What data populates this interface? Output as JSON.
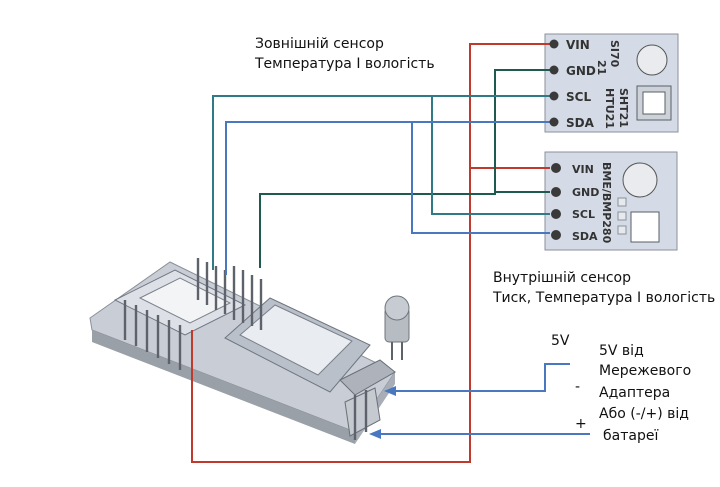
{
  "outer_sensor": {
    "title_line1": "Зовнішній сенсор",
    "title_line2": "Температура І вологість",
    "pins": [
      "VIN",
      "GND",
      "SCL",
      "SDA"
    ],
    "chip_label_a": "SI70",
    "chip_label_b": "21",
    "chip_label_c": "SHT21",
    "chip_label_d": "HTU21"
  },
  "inner_sensor": {
    "title_line1": "Внутрішній сенсор",
    "title_line2": "Тиск, Температура І вологість",
    "pins": [
      "VIN",
      "GND",
      "SCL",
      "SDA"
    ],
    "chip_label": "BME/BMP280"
  },
  "power": {
    "voltage_label": "5V",
    "minus_label": "-",
    "plus_label": "+",
    "line1": "5V від",
    "line2": "Мережевого",
    "line3": "Адаптера",
    "line4": "Або (-/+) від",
    "line5": "батареї"
  },
  "colors": {
    "vin_wire": "#c0392b",
    "gnd_wire": "#1e5a4f",
    "scl_wire": "#2f7a86",
    "sda_wire": "#4a78c0",
    "board_fill": "#d7dde7",
    "pin_dot": "#3a3a3a"
  }
}
